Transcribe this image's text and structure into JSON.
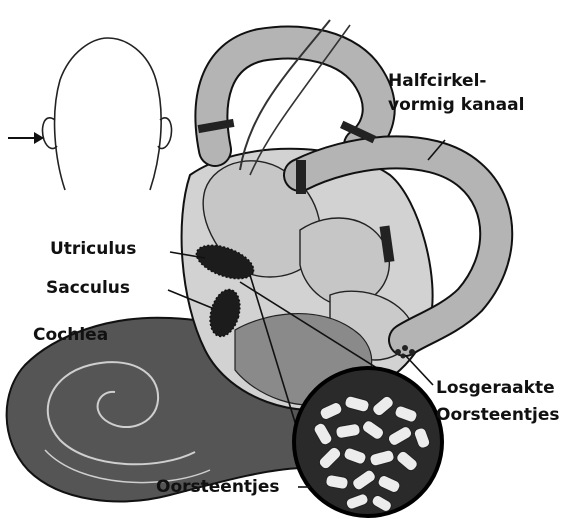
{
  "labels": {
    "canal_line1": "Halfcirkel-",
    "canal_line2": "vormig kanaal",
    "utriculus": "Utriculus",
    "sacculus": "Sacculus",
    "cochlea": "Cochlea",
    "loose_line1": "Losgeraakte",
    "loose_line2": "Oorsteentjes",
    "otoliths": "Oorsteentjes"
  },
  "colors": {
    "outline": "#111111",
    "vestibule_fill": "#d2d2d2",
    "canal_fill": "#b4b4b4",
    "cochlea_fill": "#555555",
    "organ_fill": "#1c1c1c",
    "crystal_fill": "#ececec"
  }
}
